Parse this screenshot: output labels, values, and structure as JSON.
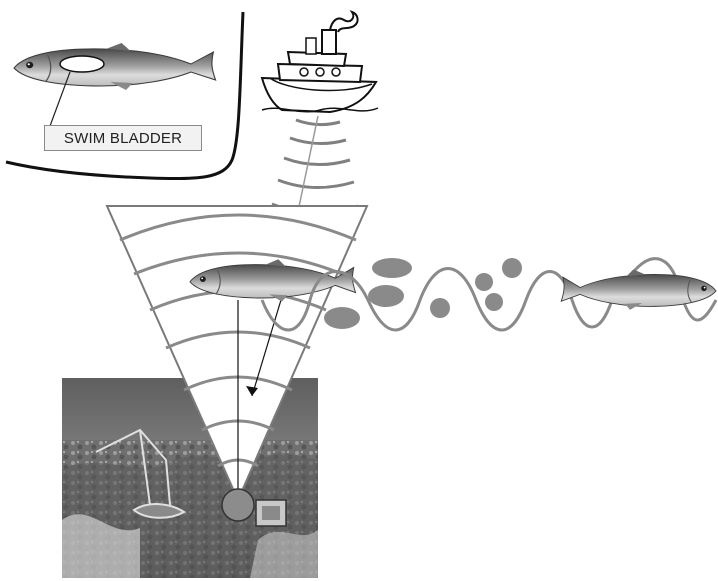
{
  "labels": {
    "swim_bladder": "SWIM BLADDER"
  },
  "icons": {
    "ship": "ship-icon",
    "fish": "fish-icon",
    "swim_bladder_marker": "ellipse-outline",
    "hydrophone": "circle-sensor",
    "seafloor": "photo-seafloor"
  },
  "colors": {
    "fish_body": "#9a9a9a",
    "fish_belly": "#e6e6e6",
    "fish_dark": "#3c3c3c",
    "sound_waves": "#7a7a7a",
    "bubbles": "#8a8a8a",
    "ring_and_sensor": "#8c8c8c",
    "line": "#111111"
  }
}
